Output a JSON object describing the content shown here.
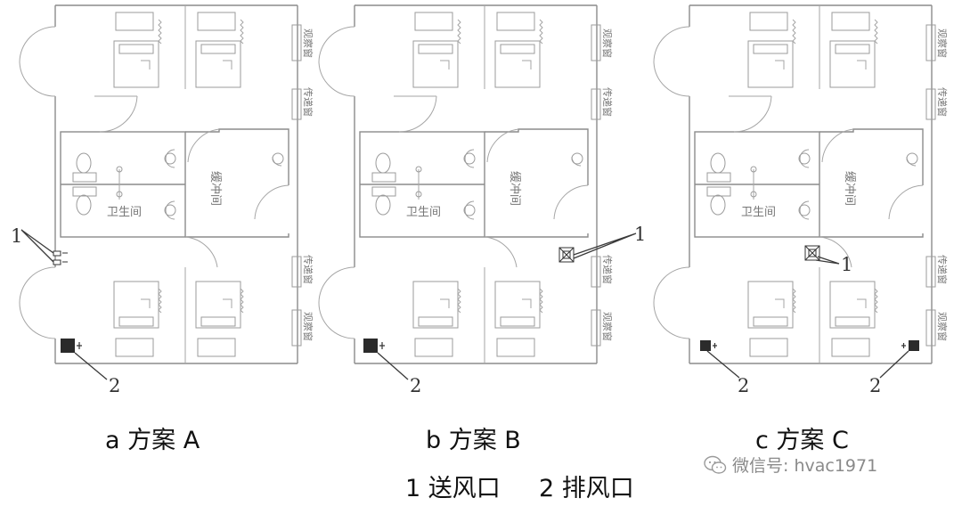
{
  "rooms": {
    "toilet": "卫生间",
    "buffer": "缓冲间",
    "observation_window": "观察窗",
    "pass_window": "传递窗"
  },
  "panels": [
    {
      "caption": "a  方案 A",
      "label_1": "1",
      "label_2": "2"
    },
    {
      "caption": "b  方案 B",
      "label_1": "1",
      "label_2": "2"
    },
    {
      "caption": "c  方案 C",
      "label_1": "1",
      "label_2": "2"
    }
  ],
  "legend": {
    "item1": "1 送风口",
    "item2": "2  排风口"
  },
  "watermark": {
    "text": "微信号: hvac1971",
    "icon": "wechat-icon"
  },
  "colors": {
    "wall": "#8c8c8c",
    "annotation": "#333333",
    "vent_fill": "#2b2b2b"
  }
}
